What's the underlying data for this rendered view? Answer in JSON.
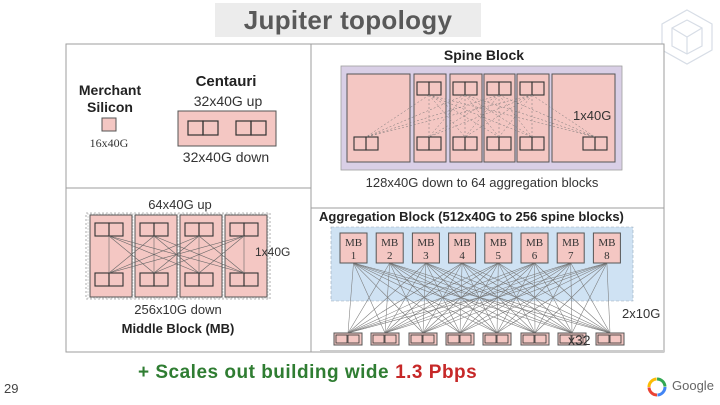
{
  "slide": {
    "title": "Jupiter topology",
    "slide_number": "29",
    "tagline_prefix": "+ Scales out building wide",
    "tagline_highlight": "1.3 Pbps"
  },
  "merchant": {
    "label_line1": "Merchant",
    "label_line2": "Silicon",
    "port_label": "16x40G"
  },
  "centauri": {
    "title": "Centauri",
    "up_label": "32x40G up",
    "down_label": "32x40G down"
  },
  "middle_block": {
    "up_label": "64x40G up",
    "link_label": "1x40G",
    "down_label": "256x10G down",
    "title": "Middle Block (MB)"
  },
  "spine_block": {
    "title": "Spine Block",
    "link_label": "1x40G",
    "down_label": "128x40G down to 64 aggregation blocks"
  },
  "aggregation_block": {
    "title": "Aggregation Block (512x40G to 256 spine blocks)",
    "mb_prefix": "MB",
    "mb_numbers": [
      "1",
      "2",
      "3",
      "4",
      "5",
      "6",
      "7",
      "8"
    ],
    "link_label": "2x10G",
    "count_label": "x32"
  },
  "logo": {
    "word": "Google"
  },
  "colors": {
    "chip_fill": "#f4c7c3",
    "chip_stroke": "#555555",
    "spine_bg": "#d9cfe6",
    "agg_bg": "#cfe2f3",
    "panel_border": "#9e9e9e",
    "link_line": "#777777",
    "tagline_green": "#2f7d32",
    "tagline_red": "#c62828"
  }
}
